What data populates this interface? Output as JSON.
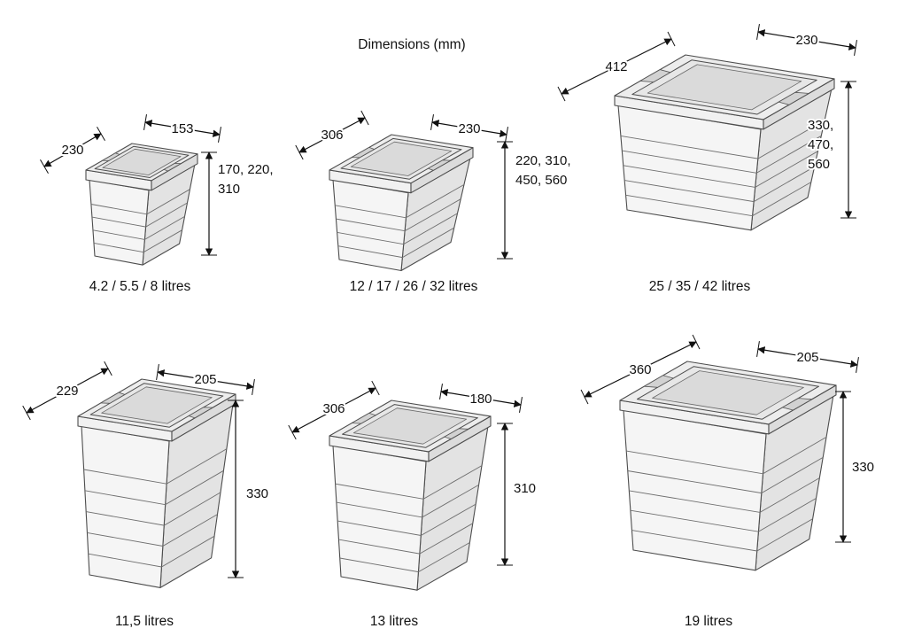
{
  "title": "Dimensions (mm)",
  "bins": [
    {
      "dim_left": "230",
      "dim_right": "153",
      "height_lines": [
        "170, 220,",
        "310"
      ],
      "caption": "4.2 / 5.5 / 8 litres"
    },
    {
      "dim_left": "306",
      "dim_right": "230",
      "height_lines": [
        "220, 310,",
        "450, 560"
      ],
      "caption": "12 / 17 / 26 / 32 litres"
    },
    {
      "dim_left": "412",
      "dim_right": "230",
      "height_lines": [
        "330,",
        "470,",
        "560"
      ],
      "caption": "25 / 35 / 42 litres"
    },
    {
      "dim_left": "229",
      "dim_right": "205",
      "height_lines": [
        "330"
      ],
      "caption": "11,5 litres"
    },
    {
      "dim_left": "306",
      "dim_right": "180",
      "height_lines": [
        "310"
      ],
      "caption": "13 litres"
    },
    {
      "dim_left": "360",
      "dim_right": "205",
      "height_lines": [
        "330"
      ],
      "caption": "19 litres"
    }
  ]
}
